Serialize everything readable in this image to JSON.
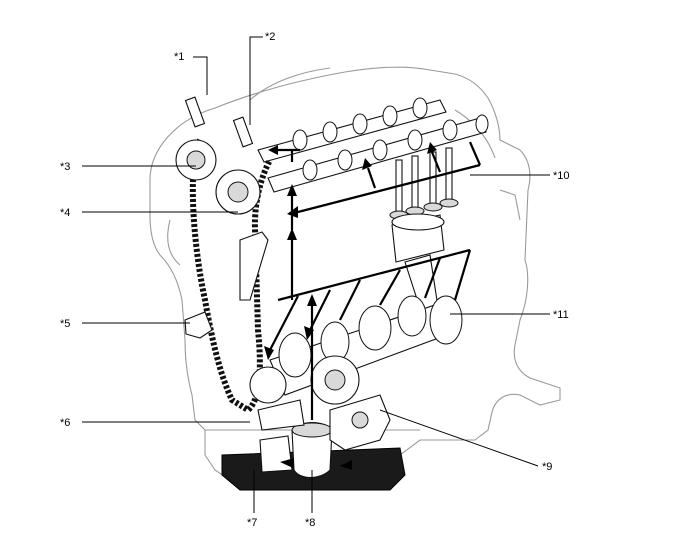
{
  "diagram": {
    "callouts": [
      {
        "id": "c1",
        "label": "*1"
      },
      {
        "id": "c2",
        "label": "*2"
      },
      {
        "id": "c3",
        "label": "*3"
      },
      {
        "id": "c4",
        "label": "*4"
      },
      {
        "id": "c5",
        "label": "*5"
      },
      {
        "id": "c6",
        "label": "*6"
      },
      {
        "id": "c7",
        "label": "*7"
      },
      {
        "id": "c8",
        "label": "*8"
      },
      {
        "id": "c9",
        "label": "*9"
      },
      {
        "id": "c10",
        "label": "*10"
      },
      {
        "id": "c11",
        "label": "*11"
      }
    ]
  }
}
